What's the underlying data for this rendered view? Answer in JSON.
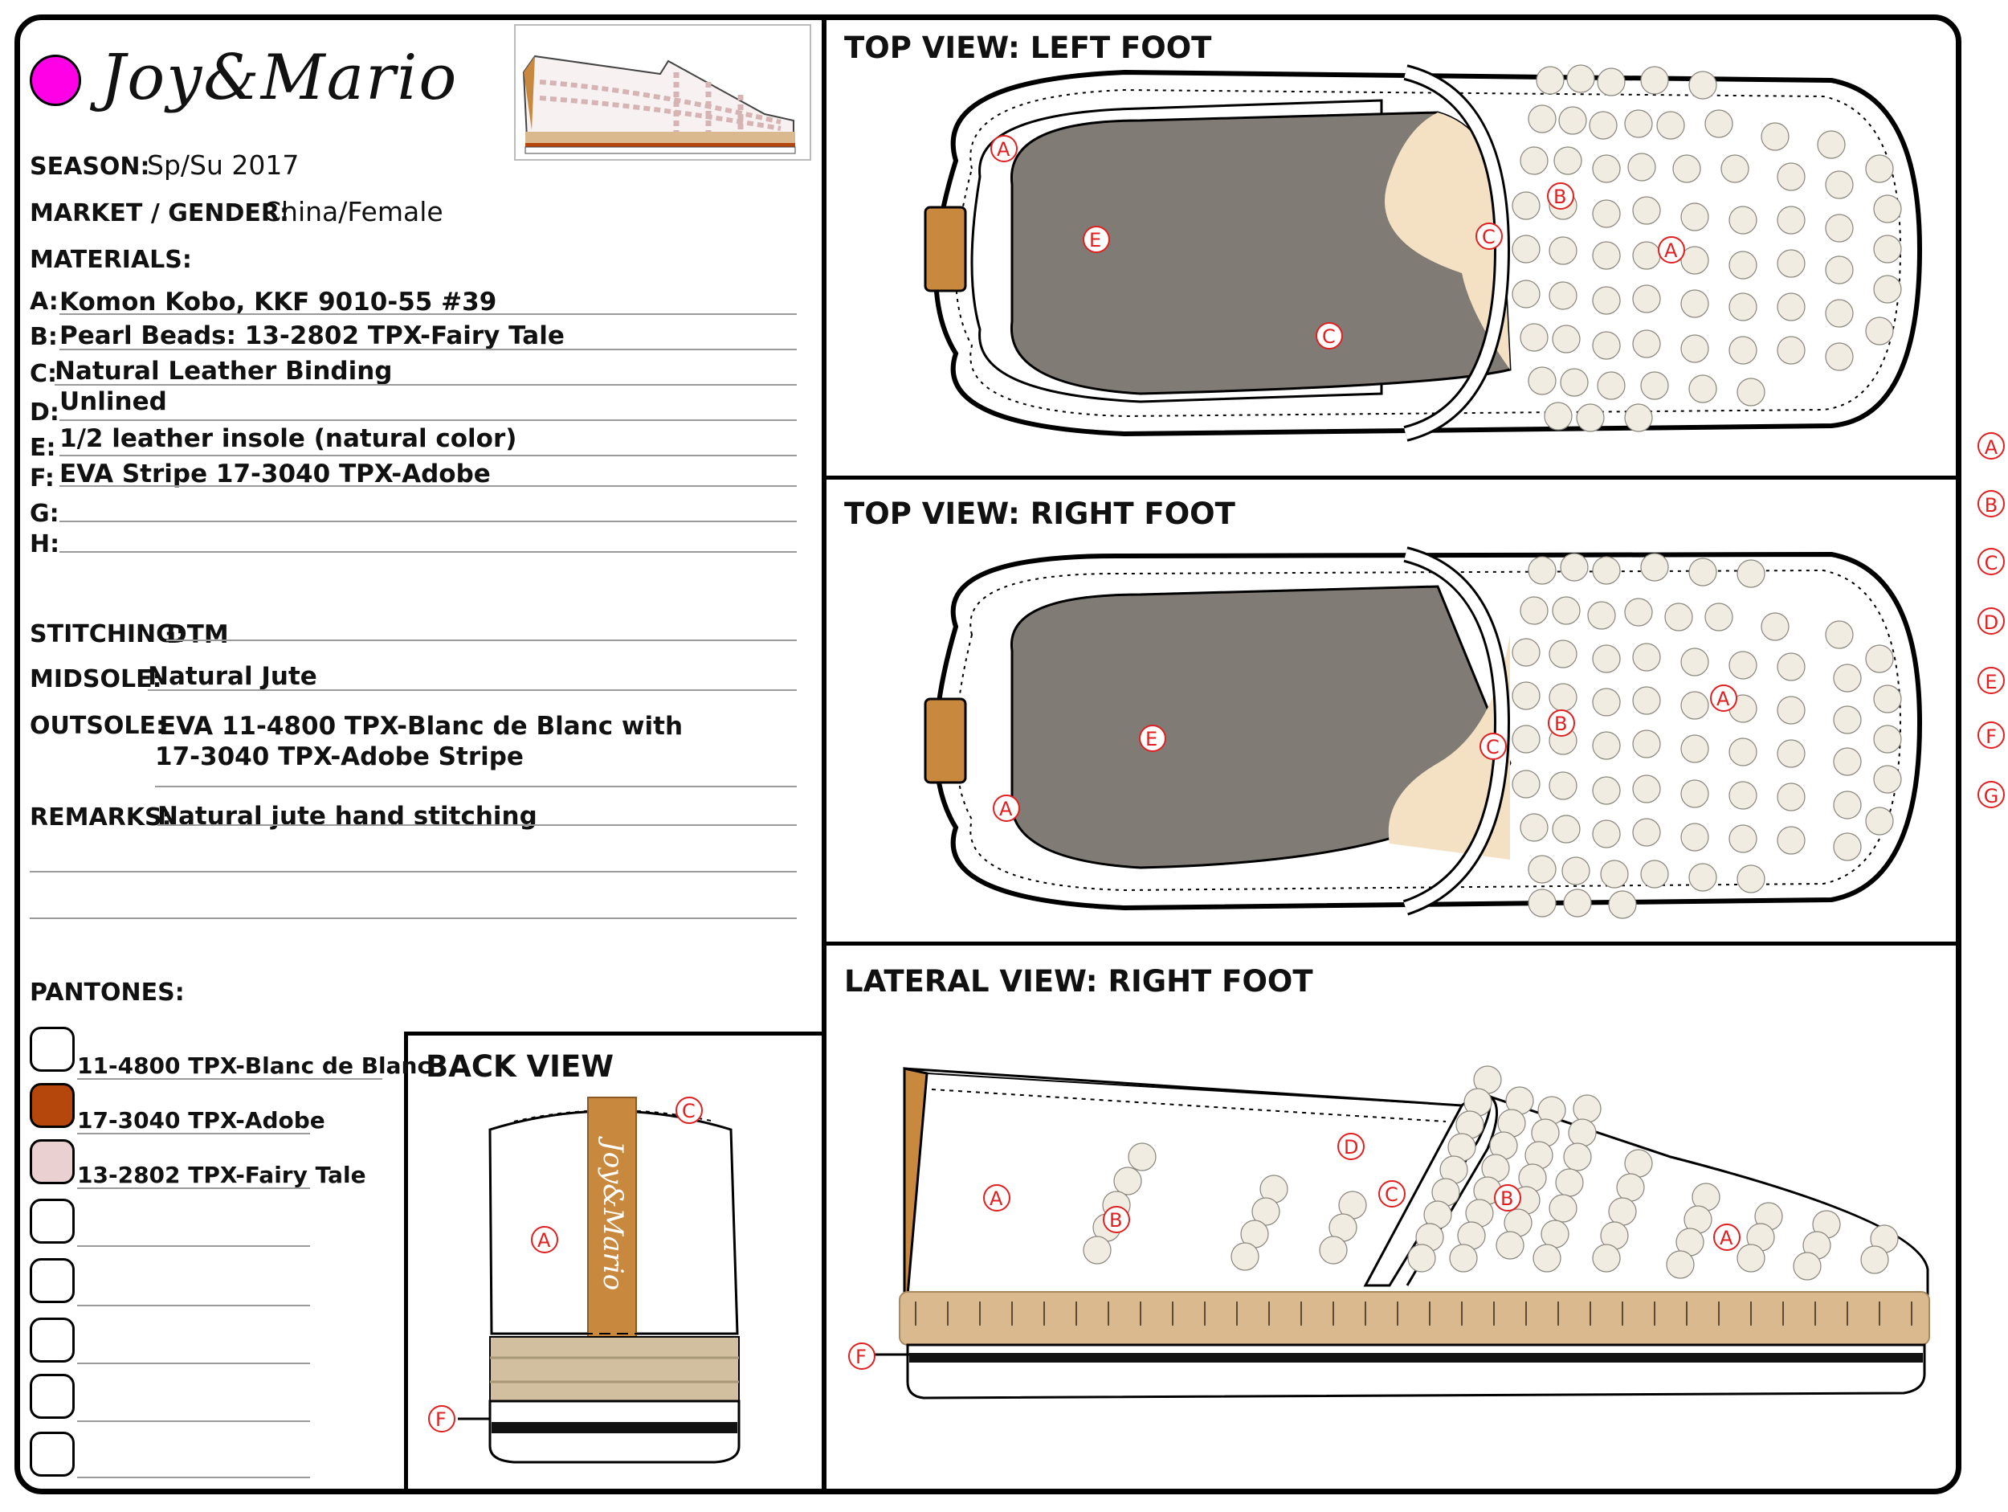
{
  "brand": {
    "name": "Joy&Mario",
    "dot_color": "#ff00e6"
  },
  "spec": {
    "season_label": "SEASON:",
    "season": "Sp/Su 2017",
    "market_label": "MARKET / GENDER:",
    "market": "China/Female",
    "materials_label": "MATERIALS:",
    "materials": [
      {
        "key": "A:",
        "value": "Komon Kobo, KKF 9010-55 #39"
      },
      {
        "key": "B:",
        "value": "Pearl Beads: 13-2802 TPX-Fairy Tale"
      },
      {
        "key": "C:",
        "value": "Natural Leather Binding"
      },
      {
        "key": "D:",
        "value": "Unlined"
      },
      {
        "key": "E:",
        "value": "1/2 leather insole (natural color)"
      },
      {
        "key": "F:",
        "value": "EVA Stripe 17-3040 TPX-Adobe"
      },
      {
        "key": "G:",
        "value": ""
      },
      {
        "key": "H:",
        "value": ""
      }
    ],
    "stitching_label": "STITCHING:",
    "stitching": "DTM",
    "midsole_label": "MIDSOLE:",
    "midsole": "Natural Jute",
    "outsole_label": "OUTSOLE:",
    "outsole_line1": "EVA 11-4800 TPX-Blanc de Blanc with",
    "outsole_line2": "17-3040 TPX-Adobe Stripe",
    "remarks_label": "REMARKS:",
    "remarks": "Natural jute hand stitching"
  },
  "pantones": {
    "label": "PANTONES:",
    "items": [
      {
        "name": "11-4800 TPX-Blanc de Blanc",
        "color": "#ffffff"
      },
      {
        "name": "17-3040 TPX-Adobe",
        "color": "#b5470c"
      },
      {
        "name": "13-2802 TPX-Fairy Tale",
        "color": "#ead0d0"
      },
      {
        "name": "",
        "color": "#ffffff"
      },
      {
        "name": "",
        "color": "#ffffff"
      },
      {
        "name": "",
        "color": "#ffffff"
      },
      {
        "name": "",
        "color": "#ffffff"
      },
      {
        "name": "",
        "color": "#ffffff"
      }
    ]
  },
  "views": {
    "top_left": "TOP VIEW:  LEFT FOOT",
    "top_right": "TOP VIEW:  RIGHT FOOT",
    "lateral": "LATERAL VIEW:  RIGHT FOOT",
    "back": "BACK VIEW",
    "back_heel_tab_text": "Joy&Mario"
  },
  "callout_legend": [
    "A",
    "B",
    "C",
    "D",
    "E",
    "F",
    "G"
  ],
  "colors": {
    "leather": "#c8893f",
    "insole": "#807b74",
    "pearl": "#f1ece2",
    "jute": "#d9b98d",
    "adobe_stripe": "#111111"
  }
}
